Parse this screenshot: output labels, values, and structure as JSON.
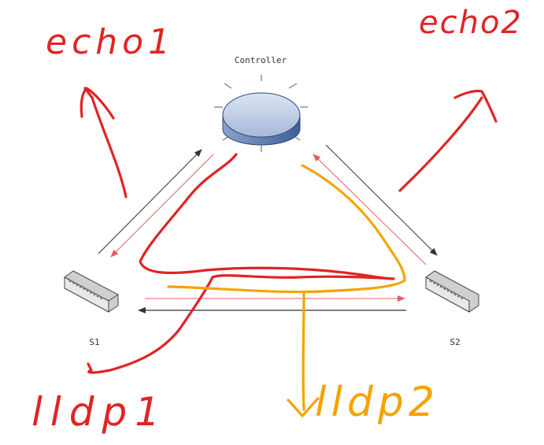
{
  "nodes": {
    "controller": {
      "label": "Controller"
    },
    "s1": {
      "label": "S1"
    },
    "s2": {
      "label": "S2"
    }
  },
  "annotations": {
    "echo1": "echo1",
    "echo2": "echo2",
    "lldp1": "lldp1",
    "lldp2": "lldp2"
  },
  "colors": {
    "red_ink": "#e02424",
    "orange_ink": "#f5a300",
    "arrow_red": "#e06060",
    "arrow_black": "#333333",
    "controller_fill": "#b3c3de",
    "controller_side": "#5575aa"
  }
}
